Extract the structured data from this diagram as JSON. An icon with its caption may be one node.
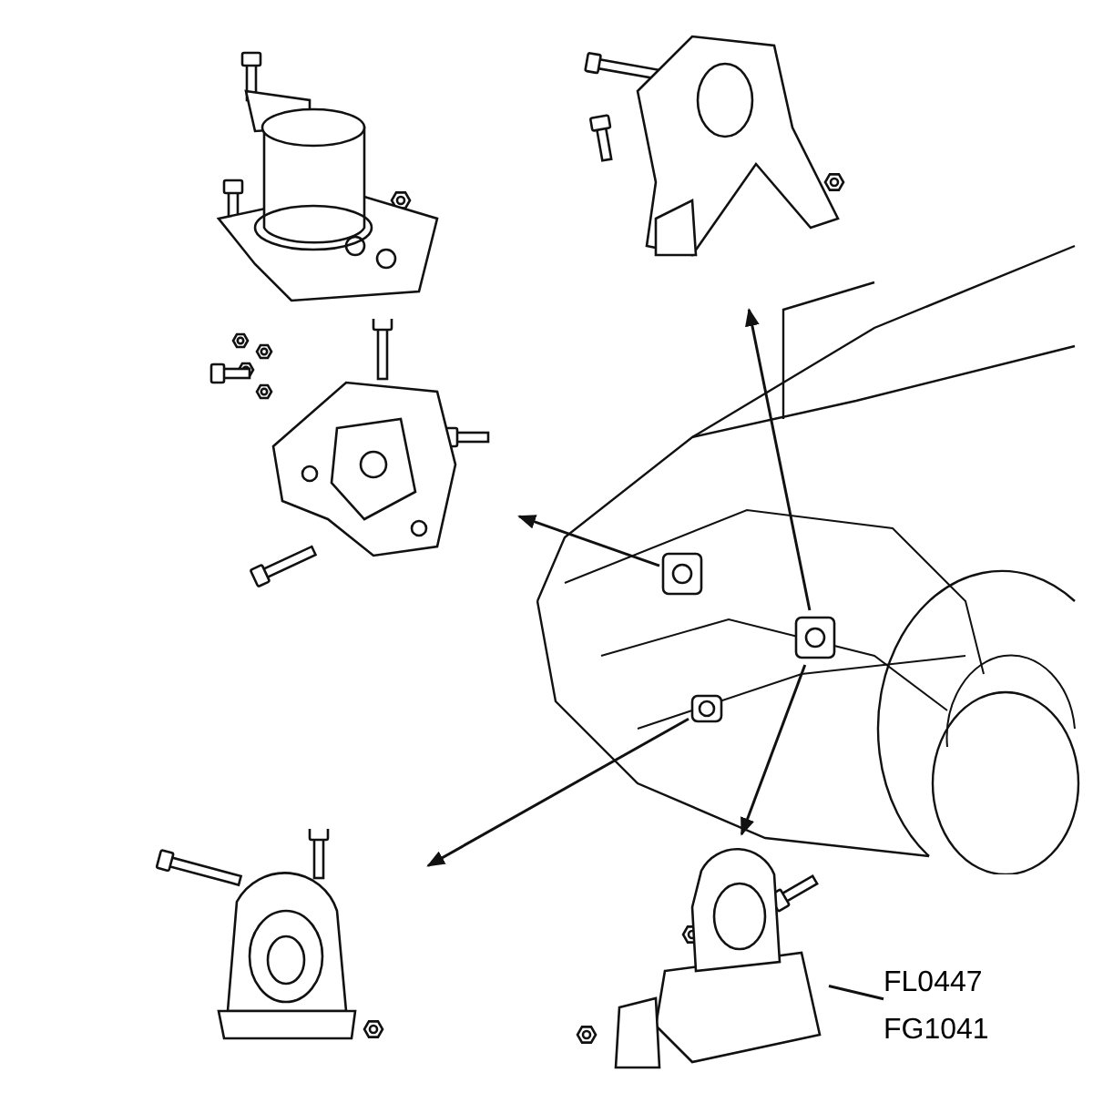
{
  "diagram": {
    "nodes": [
      {
        "text": [],
        "shape": "picture"
      },
      {
        "text": [],
        "shape": "picture"
      },
      {
        "text": [],
        "shape": "picture"
      },
      {
        "text": [],
        "shape": "picture"
      },
      {
        "text": [],
        "shape": "picture",
        "in": 3
      },
      {
        "text": [],
        "shape": "picture",
        "in": 3
      },
      {
        "text": [],
        "shape": "picture",
        "in": 3
      },
      {
        "text": [],
        "shape": "picture"
      },
      {
        "text": [],
        "shape": "picture"
      },
      {
        "text": [
          "FL0447",
          "FG1041"
        ]
      }
    ],
    "edges": [
      {
        "from": 5,
        "to": 1,
        "arrow": "to"
      },
      {
        "from": 4,
        "to": 2,
        "arrow": "to"
      },
      {
        "from": 6,
        "to": 7,
        "arrow": "to"
      },
      {
        "from": 5,
        "to": 8,
        "arrow": "to"
      },
      {
        "from": 9,
        "to": 8,
        "arrow": "none"
      }
    ]
  }
}
